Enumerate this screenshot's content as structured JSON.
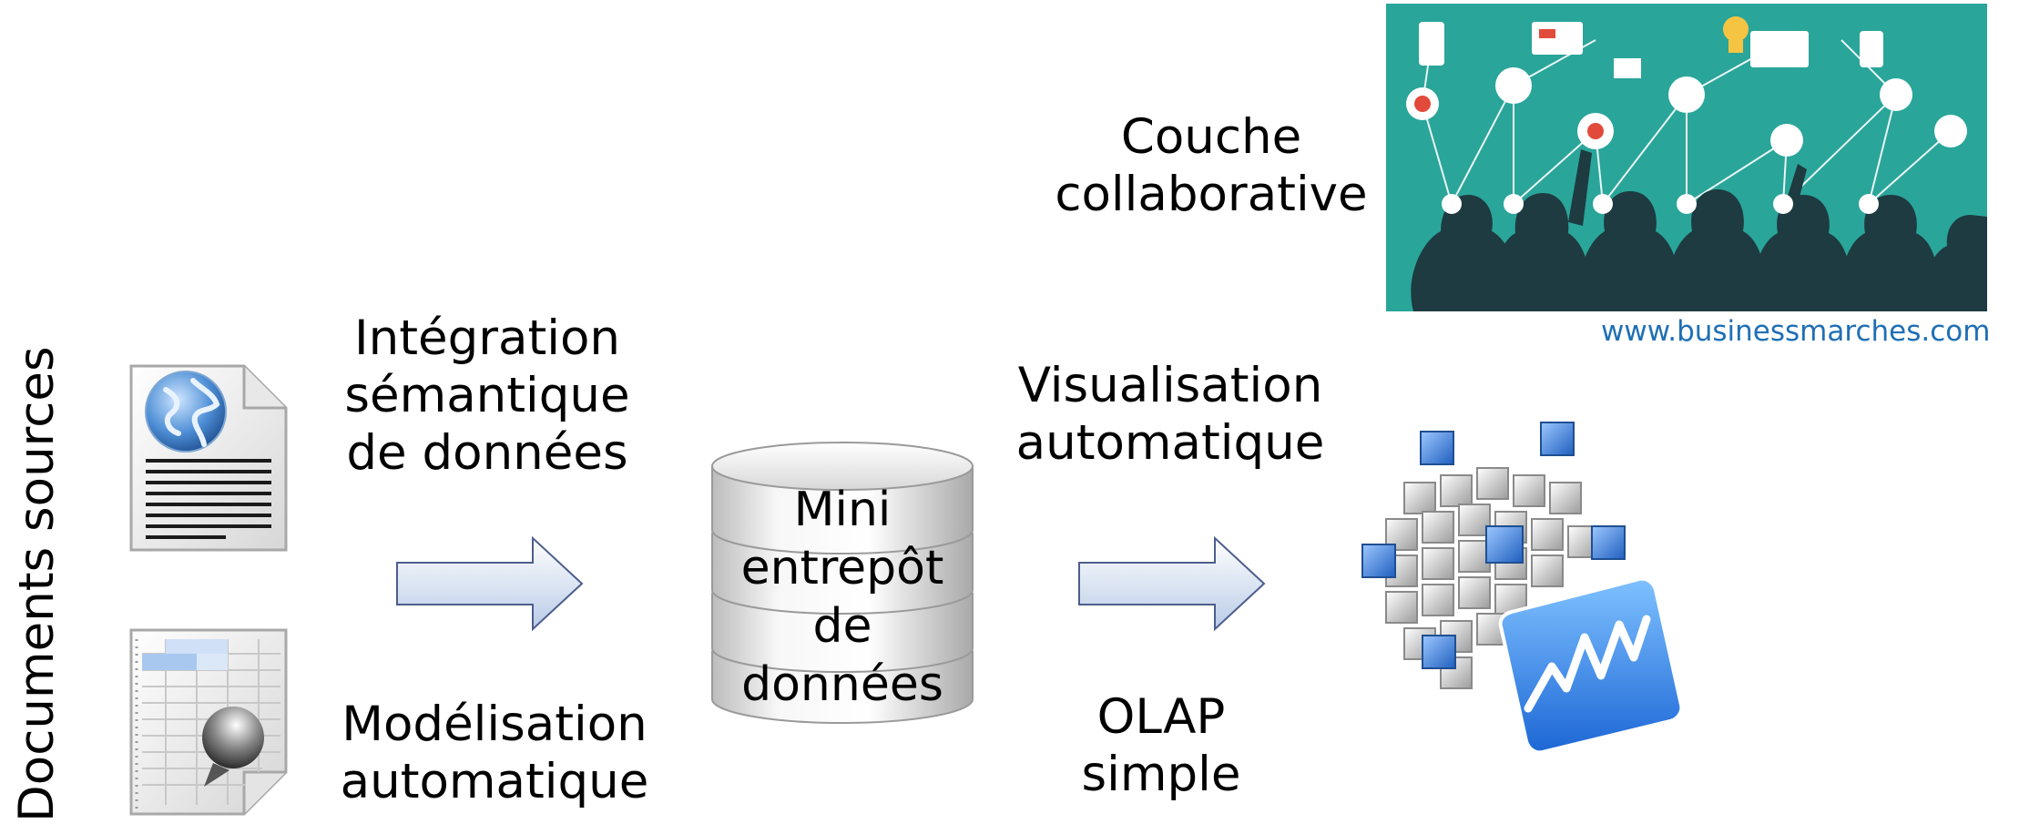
{
  "sources": {
    "title": "Documents sources"
  },
  "steps": {
    "integration": [
      "Intégration",
      "sémantique",
      "de données"
    ],
    "modeling": [
      "Modélisation",
      "automatique"
    ],
    "visualization": [
      "Visualisation",
      "automatique"
    ],
    "olap": [
      "OLAP",
      "simple"
    ]
  },
  "warehouse": {
    "label": [
      "Mini",
      "entrepôt",
      "de",
      "données"
    ]
  },
  "collaborative": {
    "label": [
      "Couche",
      "collaborative"
    ],
    "credit": "www.businessmarches.com"
  },
  "icons": {
    "web_document": "globe-document-icon",
    "spreadsheet": "spreadsheet-icon",
    "arrow": "right-arrow-icon",
    "database": "database-icon",
    "people": "collaboration-people-icon",
    "olap_cube": "olap-cube-icon"
  },
  "colors": {
    "text": "#000000",
    "credit": "#1f6fb5",
    "banner_bg": "#2aa59a",
    "banner_dark": "#1d3b40",
    "arrow_fill_start": "#ffffff",
    "arrow_fill_end": "#b9cbe6",
    "arrow_stroke": "#4c5e8c",
    "cube_blue": "#3d8be6",
    "cube_grey": "#d9d9d9"
  }
}
